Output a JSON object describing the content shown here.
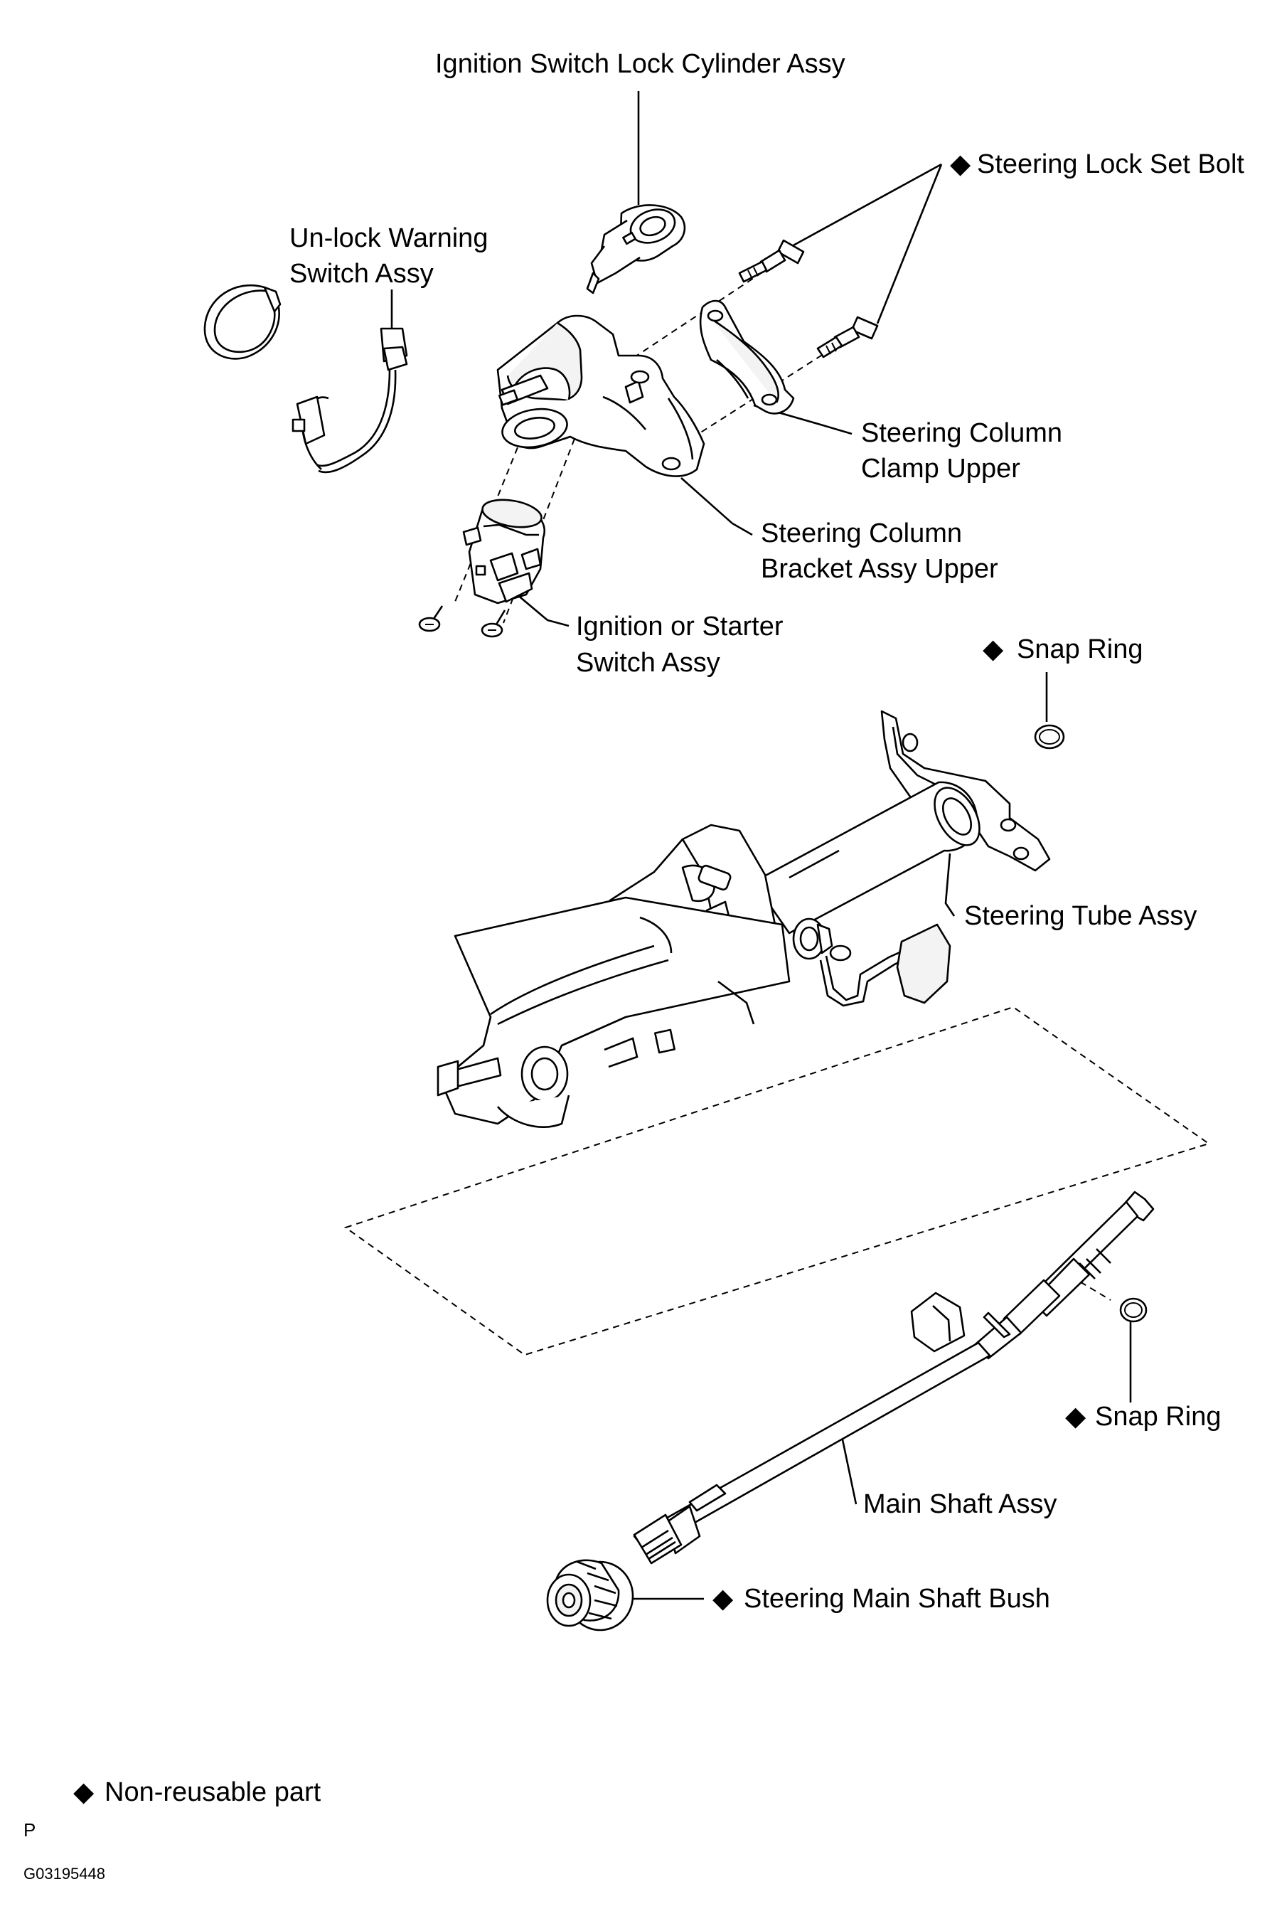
{
  "labels": {
    "lock_cylinder": "Ignition Switch Lock Cylinder Assy",
    "lock_set_bolt": "Steering Lock Set Bolt",
    "unlock_warning_l1": "Un-lock  Warning",
    "unlock_warning_l2": "Switch Assy",
    "clamp_upper_l1": "Steering Column",
    "clamp_upper_l2": "Clamp Upper",
    "bracket_upper_l1": "Steering Column",
    "bracket_upper_l2": "Bracket Assy Upper",
    "starter_switch_l1": "Ignition or Starter",
    "starter_switch_l2": "Switch Assy",
    "snap_ring_top": "Snap Ring",
    "tube_assy": "Steering Tube Assy",
    "snap_ring_bottom": "Snap Ring",
    "main_shaft": "Main Shaft Assy",
    "main_shaft_bush": "Steering Main Shaft Bush"
  },
  "legend": {
    "symbol": "◆",
    "text": "Non-reusable part"
  },
  "footer": {
    "letter": "P",
    "code": "G03195448"
  }
}
